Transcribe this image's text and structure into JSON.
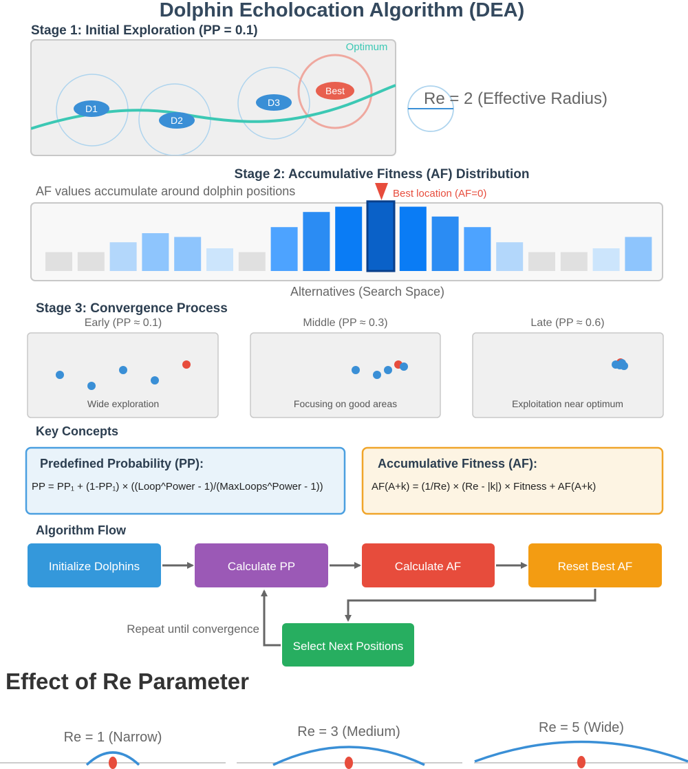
{
  "title": "Dolphin Echolocation Algorithm (DEA)",
  "stage1": {
    "heading": "Stage 1: Initial Exploration (PP = 0.1)",
    "optimum_label": "Optimum",
    "best_label": "Best",
    "dolphins": [
      "D1",
      "D2",
      "D3"
    ],
    "re_label": "Re = 2 (Effective Radius)"
  },
  "stage2": {
    "heading": "Stage 2: Accumulative Fitness (AF) Distribution",
    "note": "AF values accumulate around dolphin positions",
    "best_marker_label": "Best location (AF=0)",
    "axis_label": "Alternatives (Search Space)",
    "best_index": 10,
    "bars": [
      0.25,
      0.25,
      0.38,
      0.5,
      0.45,
      0.3,
      0.25,
      0.58,
      0.78,
      0.85,
      0.92,
      0.85,
      0.72,
      0.58,
      0.38,
      0.25,
      0.25,
      0.3,
      0.45
    ],
    "bar_colors": [
      "#e0e0e0",
      "#e0e0e0",
      "#b3d7fb",
      "#8ec5fd",
      "#8ec5fd",
      "#cce5fc",
      "#e0e0e0",
      "#4da3ff",
      "#2b8cf3",
      "#0a7cf5",
      "#0a61c8",
      "#0a7cf5",
      "#2b8cf3",
      "#4da3ff",
      "#b3d7fb",
      "#e0e0e0",
      "#e0e0e0",
      "#cce5fc",
      "#8ec5fd"
    ]
  },
  "stage3": {
    "heading": "Stage 3: Convergence Process",
    "panels": [
      {
        "label": "Early (PP ≈ 0.1)",
        "caption": "Wide exploration"
      },
      {
        "label": "Middle (PP ≈ 0.3)",
        "caption": "Focusing on good areas"
      },
      {
        "label": "Late (PP ≈ 0.6)",
        "caption": "Exploitation near optimum"
      }
    ]
  },
  "key_concepts": {
    "heading": "Key Concepts",
    "pp": {
      "title": "Predefined Probability (PP):",
      "formula": "PP = PP₁ + (1-PP₁) × ((Loop^Power - 1)/(MaxLoops^Power - 1))"
    },
    "af": {
      "title": "Accumulative Fitness (AF):",
      "formula": "AF(A+k) = (1/Re) × (Re - |k|) × Fitness + AF(A+k)"
    }
  },
  "flow": {
    "heading": "Algorithm Flow",
    "steps": [
      "Initialize Dolphins",
      "Calculate PP",
      "Calculate AF",
      "Reset Best AF",
      "Select Next Positions"
    ],
    "loop_label": "Repeat until convergence"
  },
  "effect": {
    "heading": "Effect of Re Parameter",
    "labels": [
      "Re = 1 (Narrow)",
      "Re = 3 (Medium)",
      "Re = 5 (Wide)"
    ]
  },
  "colors": {
    "dolphin": "#3a8fd6",
    "best": "#e74c3c",
    "optimum_curve": "#3cc8b4",
    "flow_blue": "#3498db",
    "flow_purple": "#9b59b6",
    "flow_red": "#e74c3c",
    "flow_orange": "#f39c12",
    "flow_green": "#27ae60"
  }
}
